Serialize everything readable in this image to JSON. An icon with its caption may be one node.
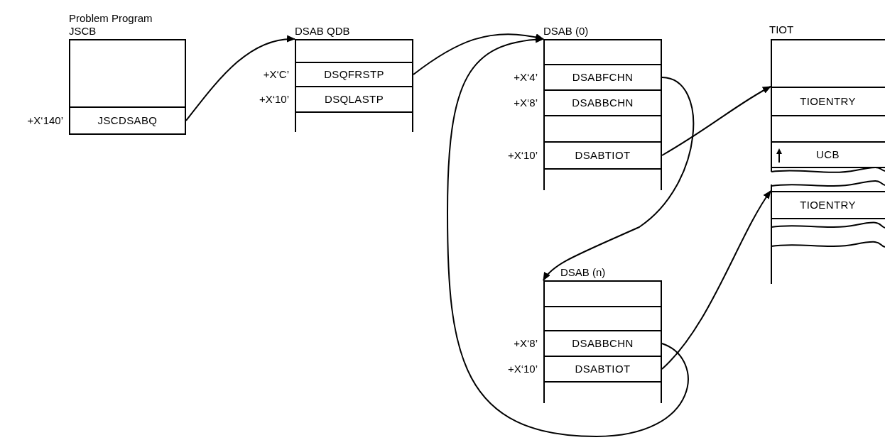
{
  "diagram": {
    "nodes": [
      {
        "text": [
          "Problem Program JSCB"
        ]
      },
      {
        "text": [
          "JSCDSABQ"
        ],
        "in": 0,
        "beside": [
          "+X‘140’"
        ]
      },
      {
        "text": [
          "DSAB QDB"
        ]
      },
      {
        "text": [
          "DSQFRSTP"
        ],
        "in": 2,
        "beside": [
          "+X‘C’"
        ]
      },
      {
        "text": [
          "DSQLASTP"
        ],
        "in": 2,
        "beside": [
          "+X‘10’"
        ]
      },
      {
        "text": [
          "DSAB (0)"
        ]
      },
      {
        "text": [
          "DSABFCHN"
        ],
        "in": 5,
        "beside": [
          "+X‘4’"
        ]
      },
      {
        "text": [
          "DSABBCHN"
        ],
        "in": 5,
        "beside": [
          "+X‘8’"
        ]
      },
      {
        "text": [
          "DSABTIOT"
        ],
        "in": 5,
        "beside": [
          "+X‘10’"
        ]
      },
      {
        "text": [
          "TIOT"
        ]
      },
      {
        "text": [
          "TIOENTRY"
        ],
        "in": 9
      },
      {
        "text": [
          "UCB"
        ],
        "in": 9
      },
      {
        "text": [
          "TIOENTRY"
        ],
        "in": 9
      },
      {
        "text": [
          "DSAB (n)"
        ]
      },
      {
        "text": [
          "DSABBCHN"
        ],
        "in": 13,
        "beside": [
          "+X‘8’"
        ]
      },
      {
        "text": [
          "DSABTIOT"
        ],
        "in": 13,
        "beside": [
          "+X‘10’"
        ]
      }
    ],
    "edges": [
      {
        "from": 1,
        "to": 2,
        "arrow": "to"
      },
      {
        "from": 3,
        "to": 5,
        "arrow": "to"
      },
      {
        "from": 6,
        "to": 13,
        "arrow": "to"
      },
      {
        "from": 8,
        "to": 10,
        "arrow": "to"
      },
      {
        "from": 14,
        "to": 5,
        "arrow": "to"
      },
      {
        "from": 15,
        "to": 12,
        "arrow": "to"
      }
    ]
  }
}
